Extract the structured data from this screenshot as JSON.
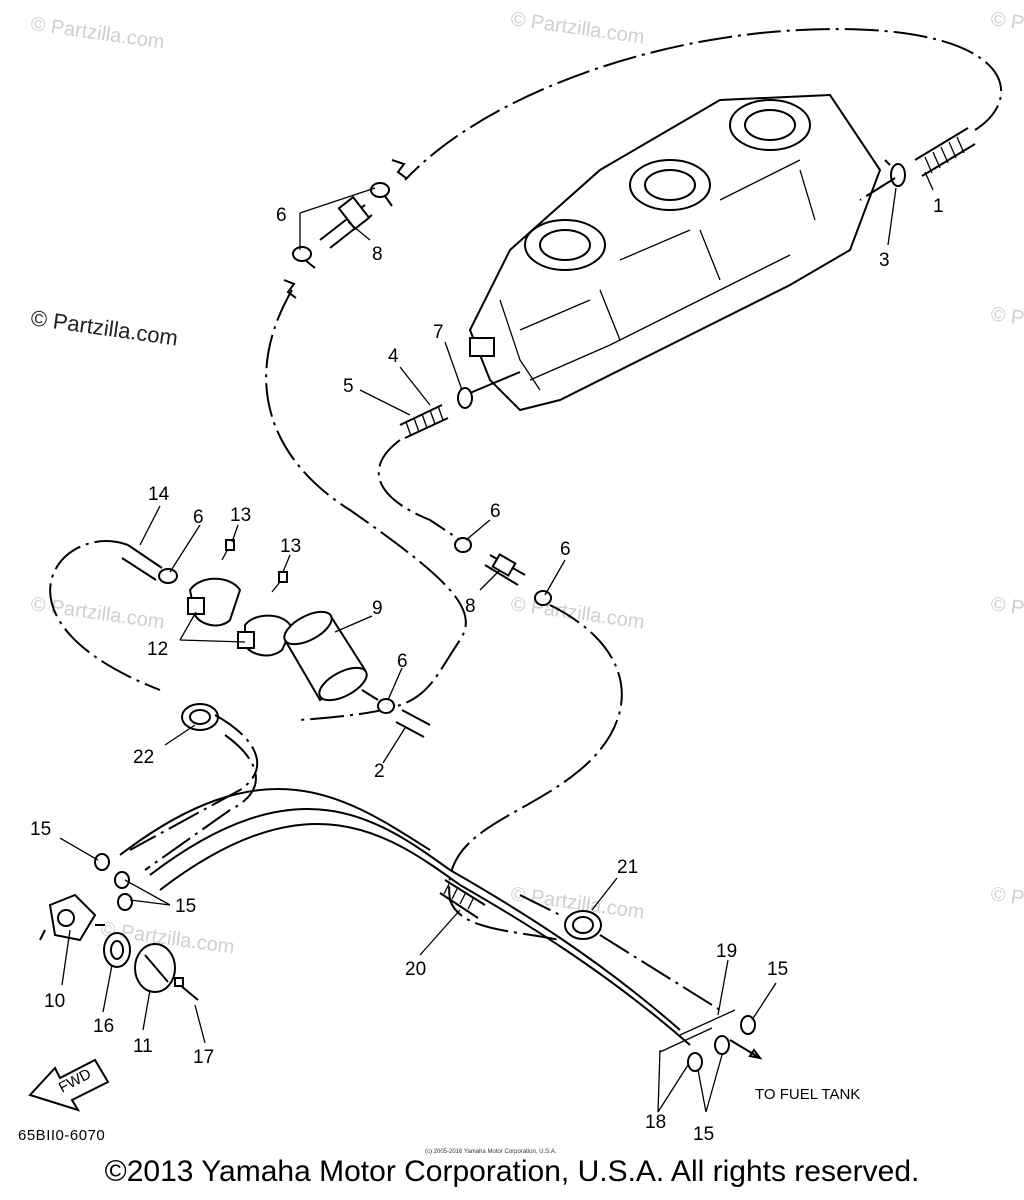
{
  "watermarks": {
    "partzilla_faint": "© Partzilla.com",
    "partzilla_dark": "© Partzilla.com"
  },
  "callouts": [
    "1",
    "2",
    "3",
    "4",
    "5",
    "6",
    "6",
    "6",
    "6",
    "6",
    "7",
    "8",
    "8",
    "9",
    "10",
    "11",
    "12",
    "13",
    "13",
    "14",
    "15",
    "15",
    "15",
    "15",
    "16",
    "17",
    "18",
    "19",
    "20",
    "21",
    "22"
  ],
  "note_to_fuel_tank": "TO FUEL TANK",
  "fwd_label": "FWD",
  "diagram_code": "65BII0-6070",
  "tiny_copyright": "(c) 2005-2016 Yamaha Motor Corporation, U.S.A.",
  "footer_copyright": "©2013 Yamaha Motor Corporation, U.S.A. All rights reserved."
}
